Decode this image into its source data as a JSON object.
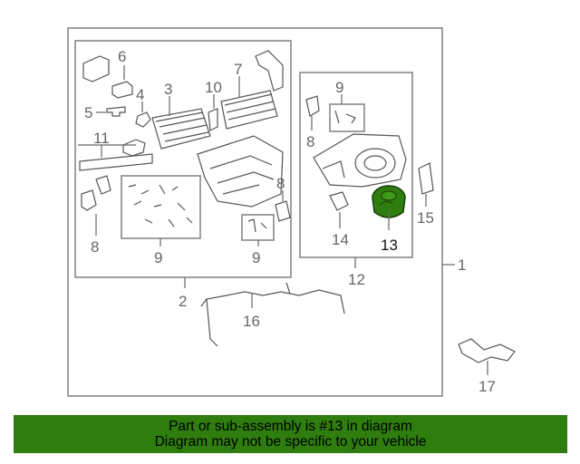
{
  "callouts": {
    "c1": "1",
    "c2": "2",
    "c3": "3",
    "c4": "4",
    "c5": "5",
    "c6": "6",
    "c7": "7",
    "c8a": "8",
    "c8b": "8",
    "c8c": "8",
    "c9a": "9",
    "c9b": "9",
    "c9c": "9",
    "c10": "10",
    "c11": "11",
    "c12": "12",
    "c13": "13",
    "c14": "14",
    "c15": "15",
    "c16": "16",
    "c17": "17"
  },
  "highlight": {
    "part_number": "13",
    "color": "#2e7d0e"
  },
  "banner": {
    "line1": "Part or sub-assembly is #13 in diagram",
    "line2": "Diagram may not be specific to your vehicle",
    "background": "#2e7d0e"
  }
}
